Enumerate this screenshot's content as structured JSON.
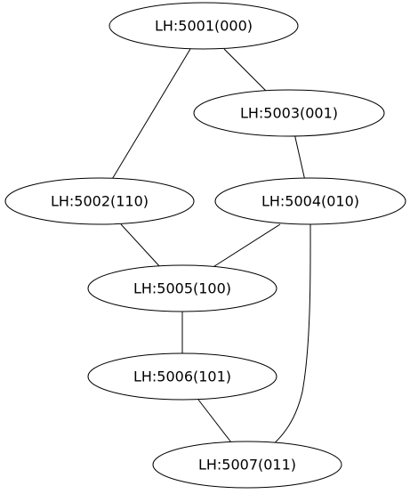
{
  "graph": {
    "nodes": [
      {
        "id": "n5001",
        "label": "LH:5001(000)"
      },
      {
        "id": "n5003",
        "label": "LH:5003(001)"
      },
      {
        "id": "n5002",
        "label": "LH:5002(110)"
      },
      {
        "id": "n5004",
        "label": "LH:5004(010)"
      },
      {
        "id": "n5005",
        "label": "LH:5005(100)"
      },
      {
        "id": "n5006",
        "label": "LH:5006(101)"
      },
      {
        "id": "n5007",
        "label": "LH:5007(011)"
      }
    ],
    "edges": [
      {
        "from": "n5001",
        "to": "n5002"
      },
      {
        "from": "n5001",
        "to": "n5003"
      },
      {
        "from": "n5003",
        "to": "n5004"
      },
      {
        "from": "n5002",
        "to": "n5005"
      },
      {
        "from": "n5004",
        "to": "n5005"
      },
      {
        "from": "n5004",
        "to": "n5007"
      },
      {
        "from": "n5005",
        "to": "n5006"
      },
      {
        "from": "n5006",
        "to": "n5007"
      }
    ]
  }
}
